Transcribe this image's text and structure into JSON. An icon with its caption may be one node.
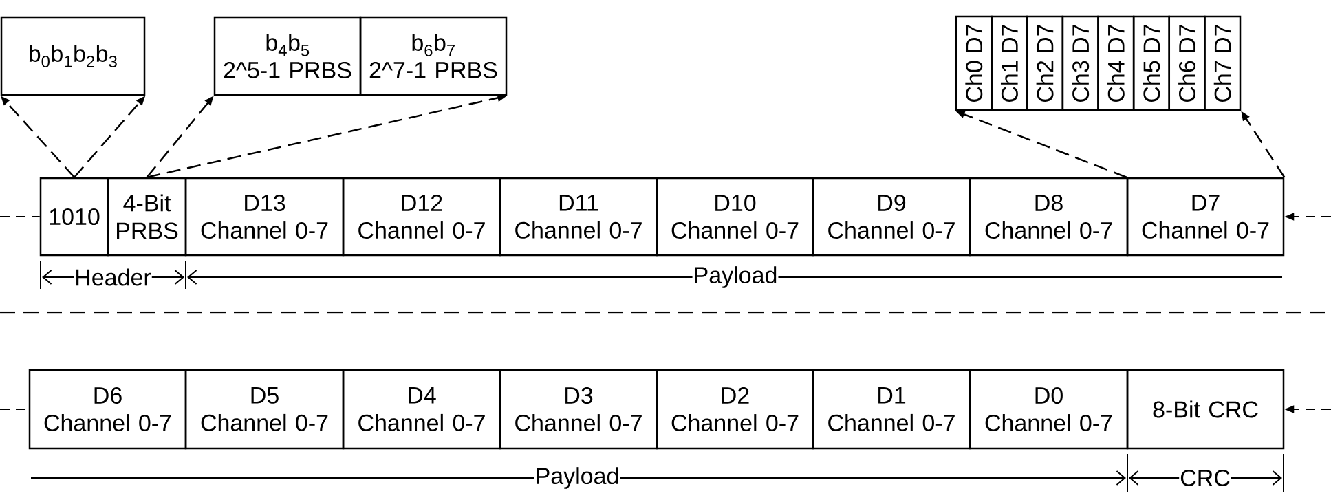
{
  "diagram": {
    "nodes": [
      {
        "text": [
          "b$_{0}$b$_{1}$b$_{2}$b$_{3}$"
        ]
      },
      {
        "text": [
          "b$_{4}$b$_{5}$",
          "2^5-1 PRBS"
        ]
      },
      {
        "text": [
          "b$_{6}$b$_{7}$",
          "2^7-1 PRBS"
        ]
      },
      {
        "text": [
          "Ch0 D7"
        ]
      },
      {
        "text": [
          "Ch1 D7"
        ]
      },
      {
        "text": [
          "Ch2 D7"
        ]
      },
      {
        "text": [
          "Ch3 D7"
        ]
      },
      {
        "text": [
          "Ch4 D7"
        ]
      },
      {
        "text": [
          "Ch5 D7"
        ]
      },
      {
        "text": [
          "Ch6 D7"
        ]
      },
      {
        "text": [
          "Ch7 D7"
        ]
      },
      {
        "text": [
          "1010"
        ]
      },
      {
        "text": [
          "4-Bit PRBS"
        ]
      },
      {
        "text": [
          "D13",
          "Channel 0-7"
        ]
      },
      {
        "text": [
          "D12",
          "Channel 0-7"
        ]
      },
      {
        "text": [
          "D11",
          "Channel 0-7"
        ]
      },
      {
        "text": [
          "D10",
          "Channel 0-7"
        ]
      },
      {
        "text": [
          "D9",
          "Channel 0-7"
        ]
      },
      {
        "text": [
          "D8",
          "Channel 0-7"
        ]
      },
      {
        "text": [
          "D7",
          "Channel 0-7"
        ]
      },
      {
        "text": [
          "D6",
          "Channel 0-7"
        ]
      },
      {
        "text": [
          "D5",
          "Channel 0-7"
        ]
      },
      {
        "text": [
          "D4",
          "Channel 0-7"
        ]
      },
      {
        "text": [
          "D3",
          "Channel 0-7"
        ]
      },
      {
        "text": [
          "D2",
          "Channel 0-7"
        ]
      },
      {
        "text": [
          "D1",
          "Channel 0-7"
        ]
      },
      {
        "text": [
          "D0",
          "Channel 0-7"
        ]
      },
      {
        "text": [
          "8-Bit CRC"
        ]
      }
    ],
    "edges": [
      {
        "from": 11,
        "to": 0,
        "arrow": "to",
        "style": "dashed"
      },
      {
        "from": 11,
        "to": 0,
        "arrow": "to",
        "style": "dashed"
      },
      {
        "from": 12,
        "to": 1,
        "arrow": "to",
        "style": "dashed"
      },
      {
        "from": 12,
        "to": 2,
        "arrow": "to",
        "style": "dashed"
      },
      {
        "from": 19,
        "to": 3,
        "arrow": "to",
        "style": "dashed"
      },
      {
        "from": 19,
        "to": 10,
        "arrow": "to",
        "style": "dashed"
      },
      {
        "from": null,
        "to": 19,
        "arrow": "to",
        "style": "dashed"
      },
      {
        "from": null,
        "to": 11,
        "arrow": "none",
        "style": "dashed"
      },
      {
        "from": null,
        "to": 27,
        "arrow": "to",
        "style": "dashed"
      },
      {
        "from": null,
        "to": 20,
        "arrow": "none",
        "style": "dashed"
      }
    ],
    "labels": [
      "Header",
      "Payload",
      "Payload",
      "CRC"
    ]
  }
}
